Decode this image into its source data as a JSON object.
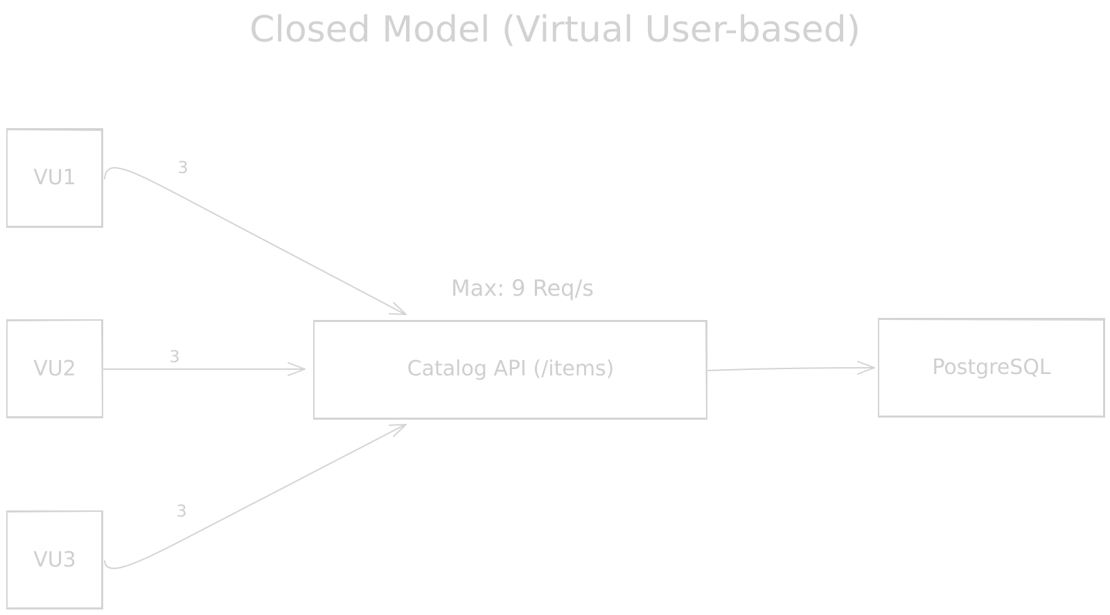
{
  "title": "Closed Model (Virtual User-based)",
  "capacity_label": "Max: 9 Req/s",
  "nodes": {
    "vu1": "VU1",
    "vu2": "VU2",
    "vu3": "VU3",
    "api": "Catalog API (/items)",
    "db": "PostgreSQL"
  },
  "edges": {
    "vu1_to_api": "3",
    "vu2_to_api": "3",
    "vu3_to_api": "3"
  },
  "colors": {
    "stroke": "#d4d4d4",
    "text": "#cfcfcf",
    "background": "#ffffff"
  }
}
